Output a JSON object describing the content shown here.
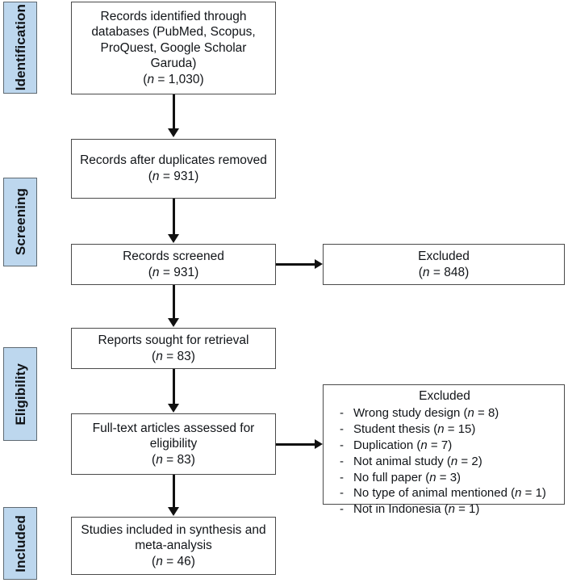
{
  "diagram": {
    "title": "PRISMA flow diagram",
    "accent_color": "#bdd7ee",
    "border_color": "#4a4a4a",
    "connector_color": "#111111"
  },
  "stages": [
    {
      "id": "identification",
      "label": "Identification"
    },
    {
      "id": "screening",
      "label": "Screening"
    },
    {
      "id": "eligibility",
      "label": "Eligibility"
    },
    {
      "id": "included",
      "label": "Included"
    }
  ],
  "boxes": {
    "records_identified": {
      "text": "Records identified through databases (PubMed, Scopus, ProQuest, Google Scholar Garuda)",
      "n_prefix": "(",
      "n_symbol": "n",
      "n_equals": " = ",
      "n_value": "1,030",
      "n_suffix": ")"
    },
    "records_after_duplicates": {
      "text": "Records after duplicates removed",
      "n_prefix": "(",
      "n_symbol": "n",
      "n_equals": " = ",
      "n_value": "931",
      "n_suffix": ")"
    },
    "records_screened": {
      "text": "Records screened",
      "n_prefix": "(",
      "n_symbol": "n",
      "n_equals": " = ",
      "n_value": "931",
      "n_suffix": ")"
    },
    "excluded_screened": {
      "text": "Excluded",
      "n_prefix": "(",
      "n_symbol": "n",
      "n_equals": " = ",
      "n_value": "848",
      "n_suffix": ")"
    },
    "reports_sought": {
      "text": "Reports sought for retrieval",
      "n_prefix": "(",
      "n_symbol": "n",
      "n_equals": " = ",
      "n_value": "83",
      "n_suffix": ")"
    },
    "fulltext_assessed": {
      "text": "Full-text articles assessed for eligibility",
      "n_prefix": "(",
      "n_symbol": "n",
      "n_equals": " = ",
      "n_value": "83",
      "n_suffix": ")"
    },
    "studies_included": {
      "text": "Studies included in synthesis and meta-analysis",
      "n_prefix": "(",
      "n_symbol": "n",
      "n_equals": " = ",
      "n_value": "46",
      "n_suffix": ")"
    }
  },
  "exclusion_list": {
    "title": "Excluded",
    "bullet": "-",
    "items": [
      {
        "reason": "Wrong study design",
        "n_symbol": "n",
        "n_equals": " = ",
        "n_value": "8"
      },
      {
        "reason": "Student thesis",
        "n_symbol": "n",
        "n_equals": " = ",
        "n_value": "15"
      },
      {
        "reason": "Duplication",
        "n_symbol": "n",
        "n_equals": " = ",
        "n_value": "7"
      },
      {
        "reason": "Not animal study",
        "n_symbol": "n",
        "n_equals": " = ",
        "n_value": "2"
      },
      {
        "reason": "No full paper",
        "n_symbol": "n",
        "n_equals": " = ",
        "n_value": "3"
      },
      {
        "reason": "No type of animal mentioned",
        "n_symbol": "n",
        "n_equals": " = ",
        "n_value": "1"
      },
      {
        "reason": "Not in Indonesia",
        "n_symbol": "n",
        "n_equals": " = ",
        "n_value": "1"
      }
    ]
  }
}
